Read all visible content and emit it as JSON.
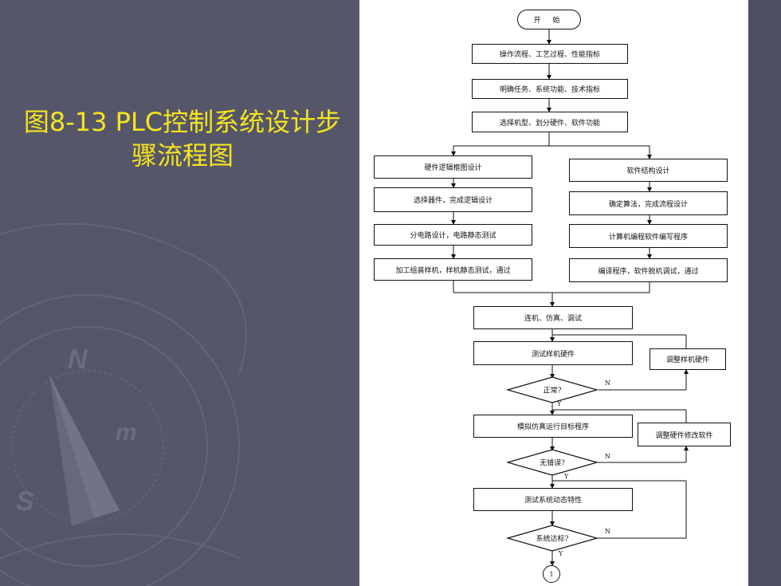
{
  "slide": {
    "title_line1": "图8-13  PLC控制系统设计步",
    "title_line2": "骤流程图"
  },
  "colors": {
    "background": "#55566a",
    "title": "#f5e51c",
    "panel": "#ffffff",
    "ink": "#111111"
  },
  "flowchart": {
    "start": "开    始",
    "step1": "操作流程、工艺过程、性能指标",
    "step2": "明确任务、系统功能、技术指标",
    "step3": "选择机型、划分硬件、软件功能",
    "hardware": [
      "硬件逻辑框图设计",
      "选择器件，完成逻辑设计",
      "分电路设计，电路静态测试",
      "加工组装样机，样机静态测试，通过"
    ],
    "software": [
      "软件结构设计",
      "确定算法，完成流程设计",
      "计算机编程软件编写程序",
      "编译程序，软件脱机调试，通过"
    ],
    "joint": "连机、仿真、调试",
    "test_hw": "测试样机硬件",
    "adjust_hw": "调整样机硬件",
    "decision1": "正常?",
    "simulate": "模拟仿真运行目标程序",
    "adjust_sw": "调整硬件修改软件",
    "decision2": "无错误?",
    "test_dyn": "测试系统动态特性",
    "decision3": "系统达标?",
    "yes": "Y",
    "no": "N",
    "connector": "1"
  }
}
